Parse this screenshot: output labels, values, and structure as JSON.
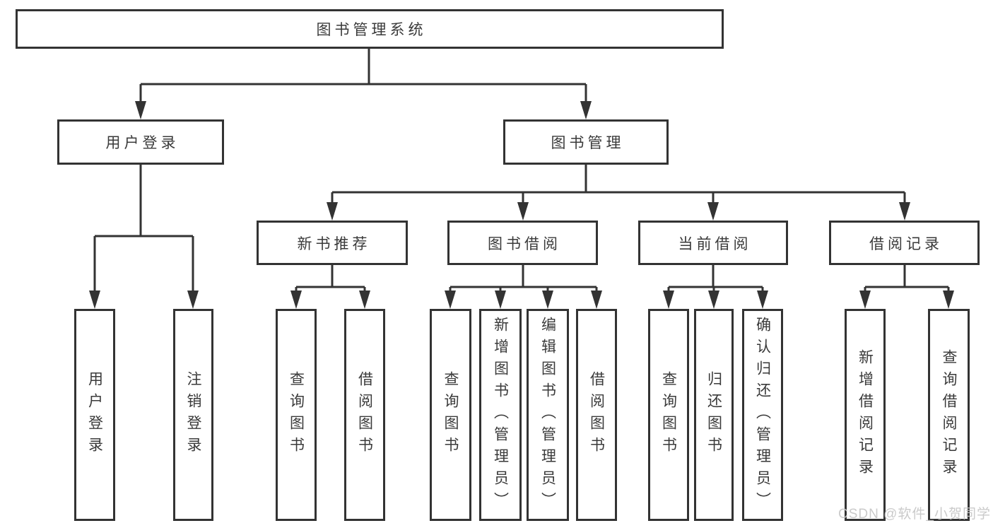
{
  "tree": {
    "label": "图书管理系统",
    "children": [
      {
        "label": "用户登录",
        "children": [
          {
            "label": "用户登录"
          },
          {
            "label": "注销登录"
          }
        ]
      },
      {
        "label": "图书管理",
        "children": [
          {
            "label": "新书推荐",
            "children": [
              {
                "label": "查询图书"
              },
              {
                "label": "借阅图书"
              }
            ]
          },
          {
            "label": "图书借阅",
            "children": [
              {
                "label": "查询图书"
              },
              {
                "label": "新增图书（管理员）"
              },
              {
                "label": "编辑图书（管理员）"
              },
              {
                "label": "借阅图书"
              }
            ]
          },
          {
            "label": "当前借阅",
            "children": [
              {
                "label": "查询图书"
              },
              {
                "label": "归还图书"
              },
              {
                "label": "确认归还（管理员）"
              }
            ]
          },
          {
            "label": "借阅记录",
            "children": [
              {
                "label": "新增借阅记录"
              },
              {
                "label": "查询借阅记录"
              }
            ]
          }
        ]
      }
    ]
  },
  "watermark": "CSDN @软件_小贺同学",
  "colors": {
    "line": "#333333",
    "text": "#3a3a3a",
    "box_background": "#ffffff",
    "watermark": "#c6c6c6"
  }
}
